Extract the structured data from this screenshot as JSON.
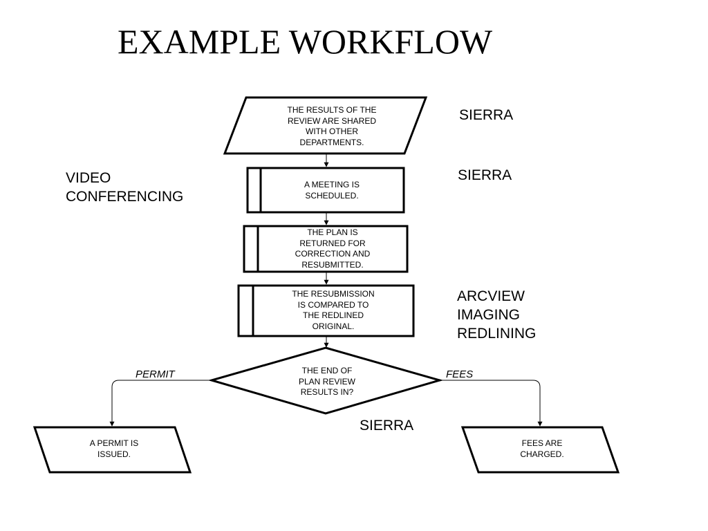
{
  "title": "EXAMPLE WORKFLOW",
  "nodes": {
    "shared": "THE RESULTS OF THE\nREVIEW ARE SHARED\nWITH OTHER\nDEPARTMENTS.",
    "meeting": "A MEETING IS\nSCHEDULED.",
    "returned": "THE PLAN IS\nRETURNED FOR\nCORRECTION AND\nRESUBMITTED.",
    "compared": "THE RESUBMISSION\nIS COMPARED TO\nTHE REDLINED\nORIGINAL.",
    "decision": "THE END OF\nPLAN REVIEW\nRESULTS IN?",
    "permit_issued": "A PERMIT IS\nISSUED.",
    "fees_charged": "FEES ARE\nCHARGED."
  },
  "branches": {
    "permit": "PERMIT",
    "fees": "FEES"
  },
  "tools": {
    "shared": "SIERRA",
    "meeting": "SIERRA",
    "video": "VIDEO\nCONFERENCING",
    "compared": "ARCVIEW\nIMAGING\nREDLINING",
    "decision": "SIERRA"
  }
}
